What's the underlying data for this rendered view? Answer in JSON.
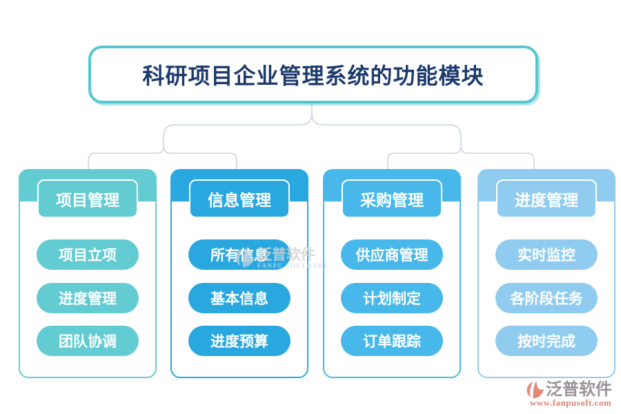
{
  "title": {
    "text": "科研项目企业管理系统的功能模块"
  },
  "columns": [
    {
      "header": "项目管理",
      "color": "#63cbd2",
      "items": [
        "项目立项",
        "进度管理",
        "团队协调"
      ]
    },
    {
      "header": "信息管理",
      "color": "#29a7df",
      "items": [
        "所有信息",
        "基本信息",
        "进度预算"
      ]
    },
    {
      "header": "采购管理",
      "color": "#47b8e9",
      "items": [
        "供应商管理",
        "计划制定",
        "订单跟踪"
      ]
    },
    {
      "header": "进度管理",
      "color": "#90ccef",
      "items": [
        "实时监控",
        "各阶段任务",
        "按时完成"
      ]
    }
  ],
  "watermark": {
    "brand": "泛普软件",
    "subtitle": "FANPU SOFTWARE"
  },
  "footer": {
    "brand": "泛普软件",
    "url": "www.fanpusoft.com"
  },
  "colors": {
    "title_text": "#1d3a6d",
    "title_border": "#54c6d0",
    "connector": "#c9d1e0",
    "footer_brand": "#9b9199",
    "footer_url": "#dd8271"
  }
}
